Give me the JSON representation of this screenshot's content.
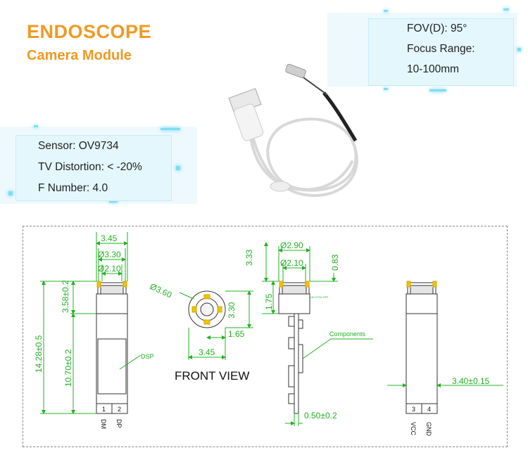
{
  "header": {
    "title": "ENDOSCOPE",
    "subtitle": "Camera Module"
  },
  "specs_right": [
    "FOV(D): 95°",
    "Focus Range:",
    "10-100mm"
  ],
  "specs_left": [
    "Sensor: OV9734",
    "TV Distortion: < -20%",
    "F Number: 4.0"
  ],
  "drawing": {
    "front_view_label": "FRONT VIEW",
    "dims": {
      "w345_top": "3.45",
      "d330": "Ø3.30",
      "d210_a": "Ø2.10",
      "d290": "Ø2.90",
      "d210_b": "Ø2.10",
      "h333": "3.33",
      "h083": "0.83",
      "h175": "1.75",
      "d360": "Ø3.60",
      "h330": "3.30",
      "w165": "1.65",
      "w345_front": "3.45",
      "h358": "3.58±0.2",
      "h1428": "14.28±0.5",
      "h1070": "10.70±0.2",
      "t050": "0.50±0.2",
      "w340": "3.40±0.15"
    },
    "labels": {
      "dsp": "DSP",
      "components": "Components",
      "chip": "HD-9734-ZSP"
    },
    "pins": {
      "p1": "1",
      "p2": "2",
      "p3": "3",
      "p4": "4",
      "dm": "DM",
      "dp": "DP",
      "vcc": "VCC",
      "gnd": "GND"
    }
  },
  "colors": {
    "title": "#f09a22",
    "dimension": "#23b023",
    "spec_box": "#e4f7fd"
  }
}
